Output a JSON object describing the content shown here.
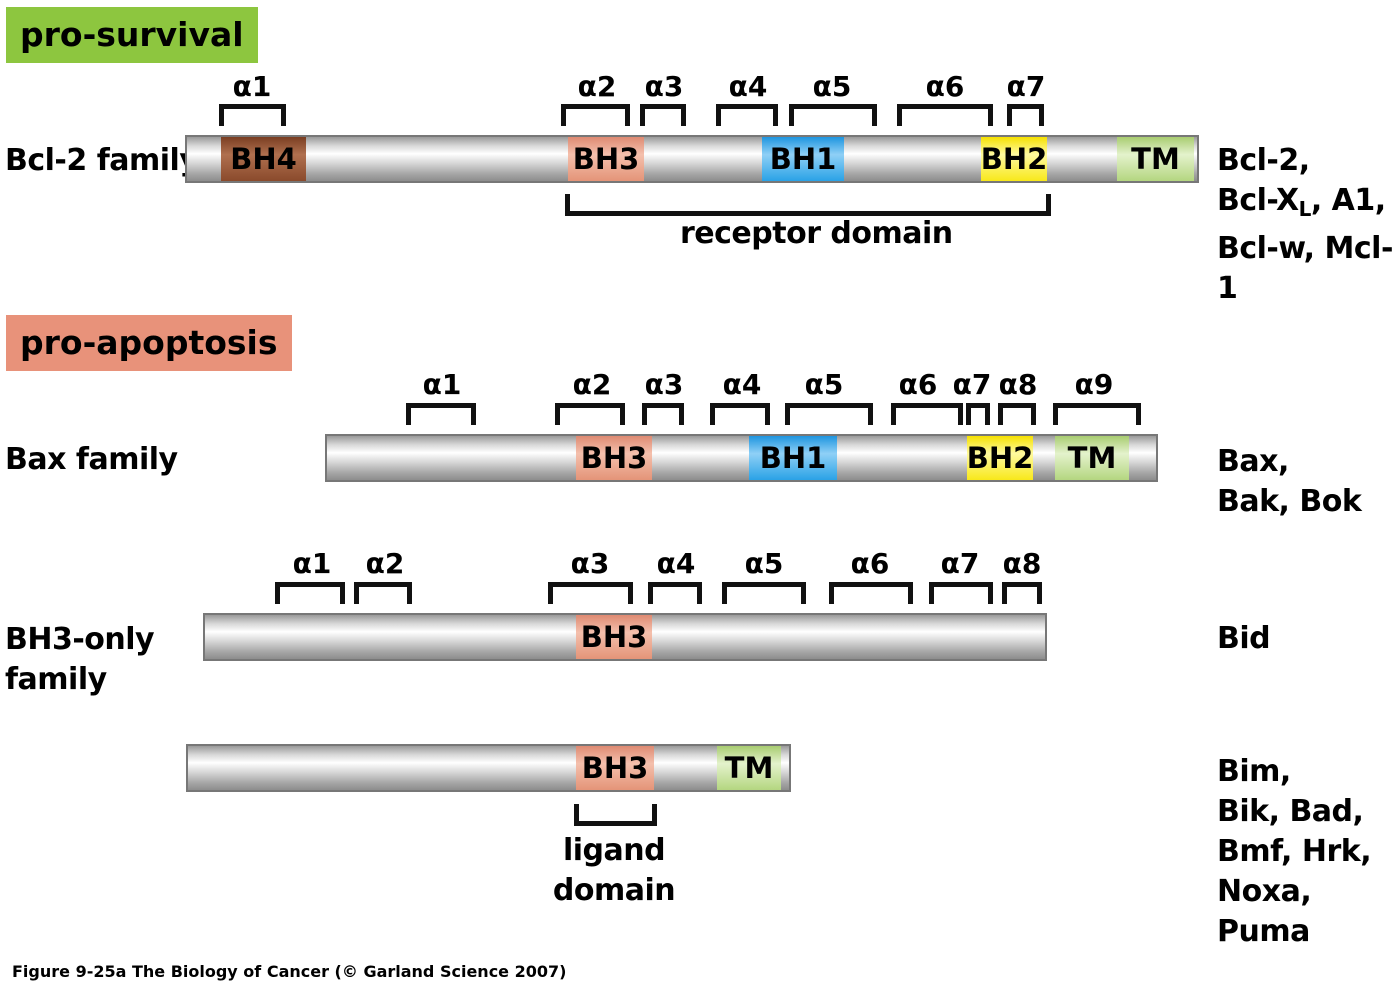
{
  "headers": {
    "pro_survival": {
      "label": "pro-survival",
      "color": "#8dc63f"
    },
    "pro_apoptosis": {
      "label": "pro-apoptosis",
      "color": "#e8927a"
    }
  },
  "domain_colors": {
    "BH4": "#9a5a3c",
    "BH3": "#e8a08a",
    "BH1": "#36a9e8",
    "BH2": "#fff23a",
    "TM": "#bcd88c"
  },
  "rows": {
    "bcl2": {
      "family_label": "Bcl-2 family",
      "members": [
        "Bcl-2,",
        "Bcl-X",
        "L",
        ", A1,",
        "Bcl-w, Mcl-1"
      ],
      "domains": [
        "BH4",
        "BH3",
        "BH1",
        "BH2",
        "TM"
      ],
      "helices": [
        "α1",
        "α2",
        "α3",
        "α4",
        "α5",
        "α6",
        "α7"
      ],
      "annotation": "receptor domain"
    },
    "bax": {
      "family_label": "Bax family",
      "members": [
        "Bax,",
        "Bak, Bok"
      ],
      "domains": [
        "BH3",
        "BH1",
        "BH2",
        "TM"
      ],
      "helices": [
        "α1",
        "α2",
        "α3",
        "α4",
        "α5",
        "α6",
        "α7",
        "α8",
        "α9"
      ]
    },
    "bh3only": {
      "family_label_line1": "BH3-only",
      "family_label_line2": "family",
      "members": [
        "Bid"
      ],
      "domains": [
        "BH3"
      ],
      "helices": [
        "α1",
        "α2",
        "α3",
        "α4",
        "α5",
        "α6",
        "α7",
        "α8"
      ]
    },
    "bim": {
      "members": [
        "Bim,",
        "Bik, Bad,",
        "Bmf, Hrk,",
        "Noxa,",
        "Puma"
      ],
      "domains": [
        "BH3",
        "TM"
      ],
      "annotation_line1": "ligand",
      "annotation_line2": "domain"
    }
  },
  "caption": "Figure 9-25a  The Biology of Cancer (© Garland Science 2007)"
}
